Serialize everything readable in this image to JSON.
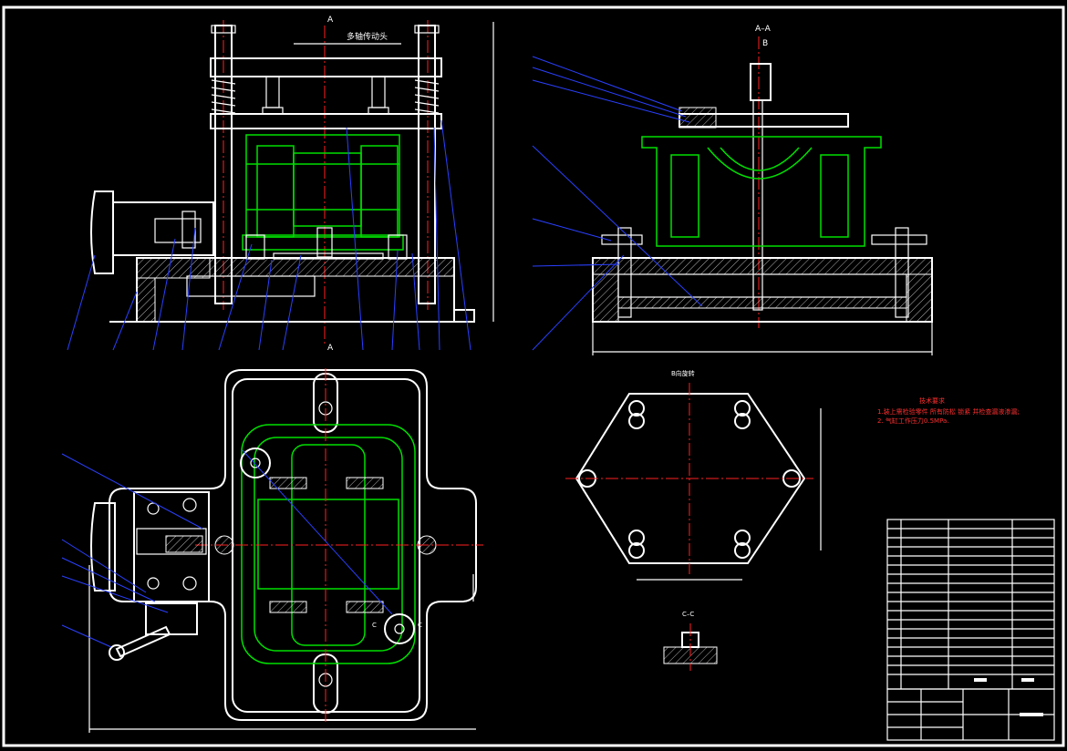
{
  "drawing": {
    "section_aa_label": "A–A",
    "view_b_label": "B向旋转",
    "section_cc_label": "C–C",
    "multi_spindle_head_label": "多轴传动头",
    "section_mark_a": "A",
    "section_mark_b": "B",
    "section_mark_c": "C"
  },
  "technical_requirements": {
    "title": "技术要求",
    "line1": "1.装上需检验零件 所有防松 锁紧 并检查漏液渗漏;",
    "line2": "2. 气缸工作压力0.5MPa."
  },
  "colors": {
    "background": "#000000",
    "outline": "#ffffff",
    "part": "#00e000",
    "centerline": "#ff2020",
    "leader": "#2a40ff",
    "frame": "#ffffff"
  }
}
